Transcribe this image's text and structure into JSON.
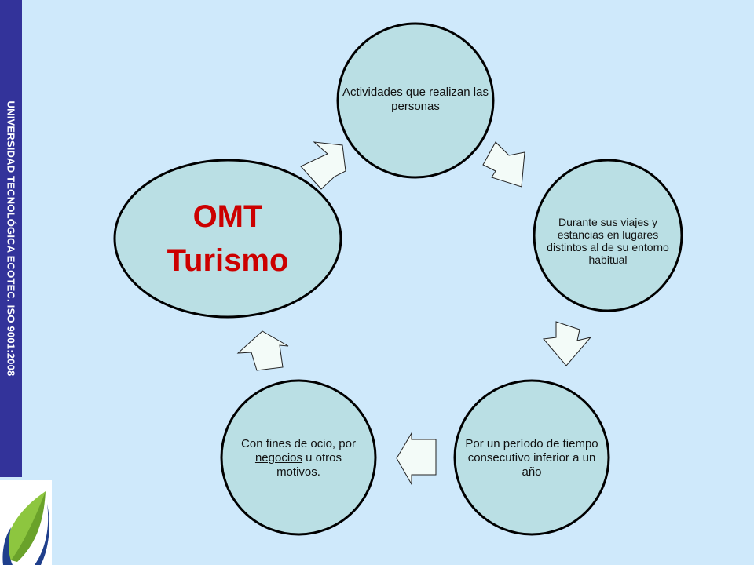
{
  "sidebar": {
    "text": "UNIVERSIDAD TECNOLÓGICA ECOTEC. ISO 9001:2008"
  },
  "diagram": {
    "center": {
      "line1": "OMT",
      "line2": "Turismo"
    },
    "nodes": [
      {
        "text": "Actividades que realizan las personas"
      },
      {
        "text": "Durante sus viajes y estancias en lugares distintos al de su entorno habitual"
      },
      {
        "text": "Por un período de tiempo consecutivo inferior a un año"
      },
      {
        "part1": "Con fines de ocio, por ",
        "underlined": "negocios",
        "part2": " u otros motivos."
      }
    ]
  },
  "colors": {
    "background": "#cfe9fb",
    "sidebar": "#33339a",
    "circle_fill": "#badfe4",
    "circle_border": "#000000",
    "arrow_fill": "#f3fbf8",
    "center_text": "#cc0000",
    "logo_green": "#8dc63f",
    "logo_blue": "#1f3f8c"
  },
  "icons": [
    "leaf-logo-icon",
    "block-arrow-icon"
  ]
}
